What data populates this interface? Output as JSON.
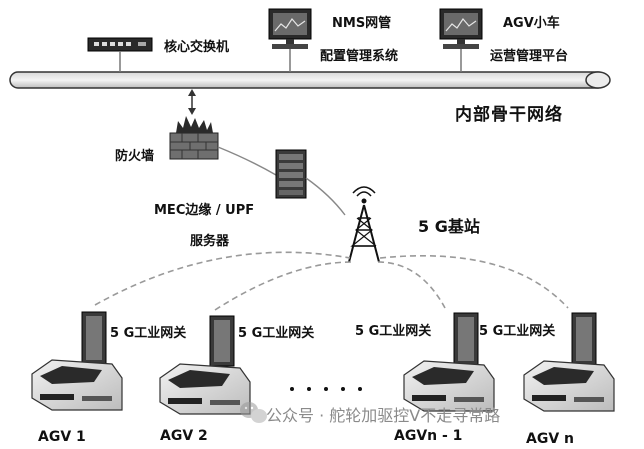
{
  "backbone": {
    "label": "内部骨干网络"
  },
  "nodes": {
    "core_switch": {
      "label": "核心交换机"
    },
    "nms": {
      "line1": "NMS网管",
      "line2": "配置管理系统"
    },
    "agv_platform": {
      "line1": "AGV小车",
      "line2": "运营管理平台"
    },
    "firewall": {
      "label": "防火墙"
    },
    "mec": {
      "line1": "MEC边缘 / UPF",
      "line2": "服务器"
    },
    "base_station": {
      "label": "5 G基站"
    }
  },
  "gateways": [
    {
      "label": "5 G工业网关"
    },
    {
      "label": "5 G工业网关"
    },
    {
      "label": "5 G工业网关"
    },
    {
      "label": "5 G工业网关"
    }
  ],
  "agvs": [
    {
      "label": "AGV 1"
    },
    {
      "label": "AGV 2"
    },
    {
      "label": "AGVn - 1"
    },
    {
      "label": "AGV n"
    }
  ],
  "ellipsis": "• • • • •",
  "watermark": "公众号 · 舵轮加驱控V不走寻常路",
  "colors": {
    "ink": "#111111",
    "device_dark": "#2a2a2a",
    "device_mid": "#8a8a8a",
    "device_light": "#e6e6e6",
    "link_dash": "#9a9a9a"
  }
}
